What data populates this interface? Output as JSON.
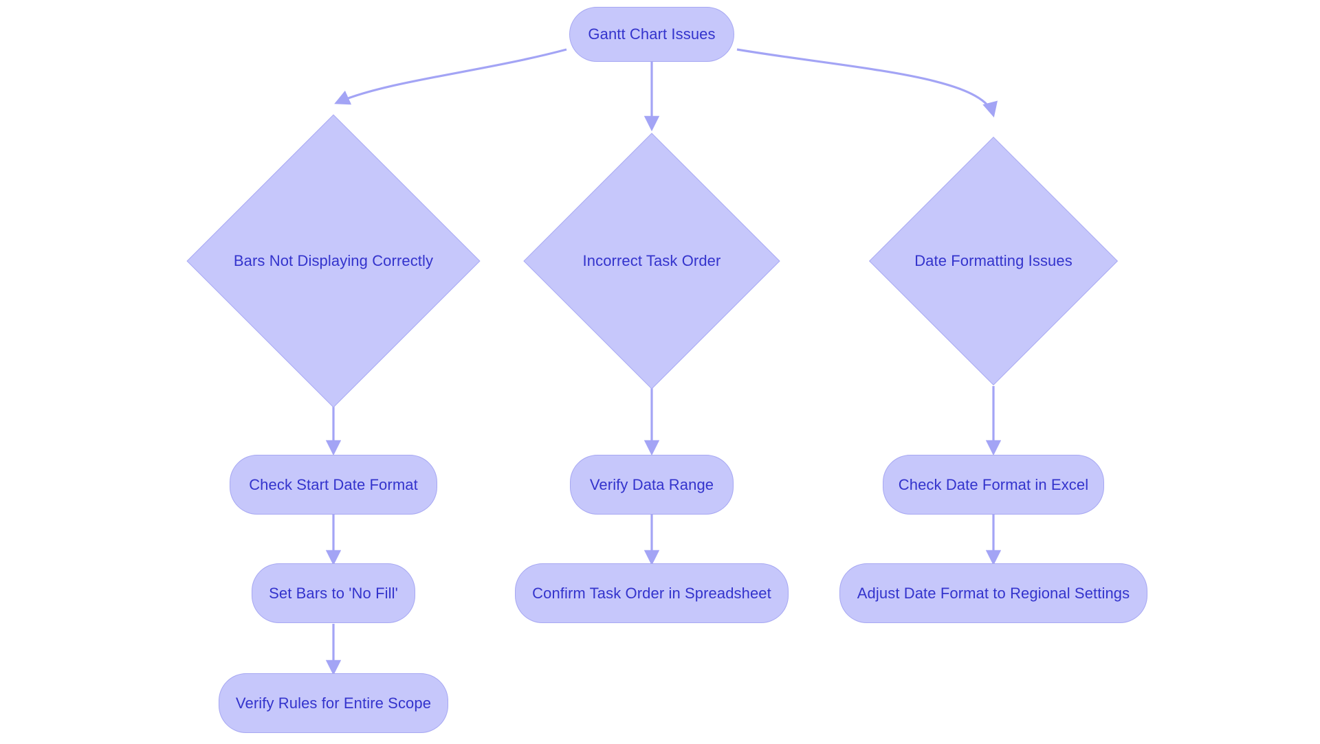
{
  "diagram": {
    "type": "flowchart",
    "title": "Gantt Chart Issues",
    "orientation": "top-down",
    "colors": {
      "node_fill": "#c6c7fb",
      "node_border": "#a6a7f2",
      "text": "#3333cc",
      "edge": "#a3a4f5",
      "background": "#ffffff"
    },
    "nodes": [
      {
        "id": "root",
        "label": "Gantt Chart Issues",
        "shape": "stadium"
      },
      {
        "id": "branch1",
        "label": "Bars Not Displaying Correctly",
        "shape": "diamond"
      },
      {
        "id": "branch2",
        "label": "Incorrect Task Order",
        "shape": "diamond"
      },
      {
        "id": "branch3",
        "label": "Date Formatting Issues",
        "shape": "diamond"
      },
      {
        "id": "step1a",
        "label": "Check Start Date Format",
        "shape": "stadium"
      },
      {
        "id": "step2a",
        "label": "Verify Data Range",
        "shape": "stadium"
      },
      {
        "id": "step3a",
        "label": "Check Date Format in Excel",
        "shape": "stadium"
      },
      {
        "id": "step1b",
        "label": "Set Bars to 'No Fill'",
        "shape": "stadium"
      },
      {
        "id": "step2b",
        "label": "Confirm Task Order in Spreadsheet",
        "shape": "stadium"
      },
      {
        "id": "step3b",
        "label": "Adjust Date Format to Regional Settings",
        "shape": "stadium"
      },
      {
        "id": "step1c",
        "label": "Verify Rules for Entire Scope",
        "shape": "stadium"
      }
    ],
    "edges": [
      {
        "from": "root",
        "to": "branch1",
        "style": "curved"
      },
      {
        "from": "root",
        "to": "branch2",
        "style": "straight"
      },
      {
        "from": "root",
        "to": "branch3",
        "style": "curved"
      },
      {
        "from": "branch1",
        "to": "step1a",
        "style": "straight"
      },
      {
        "from": "branch2",
        "to": "step2a",
        "style": "straight"
      },
      {
        "from": "branch3",
        "to": "step3a",
        "style": "straight"
      },
      {
        "from": "step1a",
        "to": "step1b",
        "style": "straight"
      },
      {
        "from": "step2a",
        "to": "step2b",
        "style": "straight"
      },
      {
        "from": "step3a",
        "to": "step3b",
        "style": "straight"
      },
      {
        "from": "step1b",
        "to": "step1c",
        "style": "straight"
      }
    ]
  }
}
